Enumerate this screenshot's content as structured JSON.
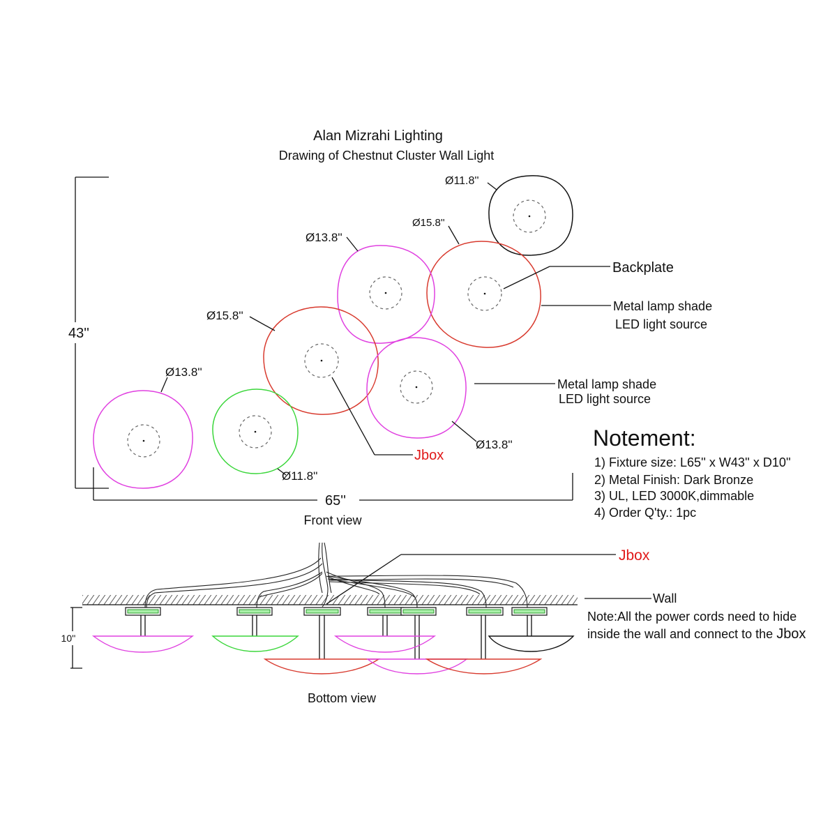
{
  "header": {
    "company": "Alan Mizrahi Lighting",
    "subtitle": "Drawing of Chestnut Cluster Wall Light"
  },
  "front_view": {
    "caption": "Front view",
    "height_dim": "43''",
    "width_dim": "65''",
    "diameters": {
      "d1": "Ø11.8''",
      "d2": "Ø15.8''",
      "d3": "Ø13.8''",
      "d4": "Ø15.8''",
      "d5": "Ø13.8''",
      "d6": "Ø11.8''",
      "d7": "Ø13.8''"
    },
    "labels": {
      "backplate": "Backplate",
      "shade_a": "Metal lamp shade",
      "led_a": "LED light source",
      "shade_b": "Metal lamp shade",
      "led_b": "LED light source",
      "jbox": "Jbox"
    }
  },
  "notes": {
    "title": "Notement:",
    "items": [
      "1) Fixture size: L65'' x W43'' x D10''",
      "2) Metal Finish: Dark Bronze",
      "3) UL,  LED 3000K,dimmable",
      "4) Order Q'ty.: 1pc"
    ]
  },
  "bottom_view": {
    "caption": "Bottom view",
    "depth_dim": "10''",
    "jbox": "Jbox",
    "wall": "Wall",
    "note_line1": "Note:All the power cords need to hide",
    "note_line2_prefix": "inside the wall and connect to the ",
    "note_line2_jbox": "Jbox"
  },
  "colors": {
    "magenta": "#e040e0",
    "red": "#d83a2e",
    "green": "#3ad63a",
    "black": "#111111",
    "jbox_text": "#e01818"
  }
}
